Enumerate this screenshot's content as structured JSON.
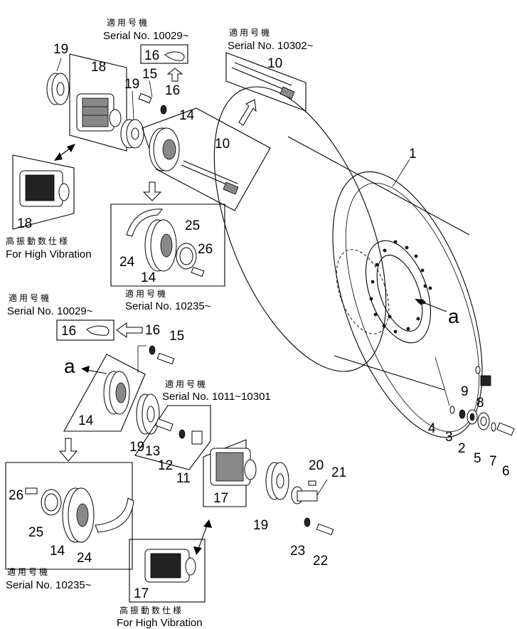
{
  "captions": {
    "serial_10029_top_jp": "適用号機",
    "serial_10029_top_en": "Serial No. 10029~",
    "serial_10302_jp": "適用号機",
    "serial_10302_en": "Serial No. 10302~",
    "high_vib_top_jp": "高振動数仕様",
    "high_vib_top_en": "For High Vibration",
    "serial_10235_mid_jp": "適用号機",
    "serial_10235_mid_en": "Serial No. 10235~",
    "serial_10029_mid_jp": "適用号機",
    "serial_10029_mid_en": "Serial No. 10029~",
    "serial_1011_jp": "適用号機",
    "serial_1011_en": "Serial No. 1011~10301",
    "serial_10235_bot_jp": "適用号機",
    "serial_10235_bot_en": "Serial No. 10235~",
    "high_vib_bot_jp": "高振動数仕様",
    "high_vib_bot_en": "For High Vibration"
  },
  "labels": {
    "p1": "1",
    "p2": "2",
    "p3": "3",
    "p4": "4",
    "p5": "5",
    "p6": "6",
    "p7": "7",
    "p8": "8",
    "p9": "9",
    "p10a": "10",
    "p10b": "10",
    "p11": "11",
    "p12": "12",
    "p13": "13",
    "p14a": "14",
    "p14b": "14",
    "p14c": "14",
    "p14d": "14",
    "p15a": "15",
    "p15b": "15",
    "p16a": "16",
    "p16b": "16",
    "p16c": "16",
    "p16d": "16",
    "p17a": "17",
    "p17b": "17",
    "p18a": "18",
    "p18b": "18",
    "p19a": "19",
    "p19b": "19",
    "p19c": "19",
    "p19d": "19",
    "p20": "20",
    "p21": "21",
    "p22": "22",
    "p23": "23",
    "p24a": "24",
    "p24b": "24",
    "p25a": "25",
    "p25b": "25",
    "p26a": "26",
    "p26b": "26",
    "view_a_right": "a",
    "view_a_left": "a"
  }
}
